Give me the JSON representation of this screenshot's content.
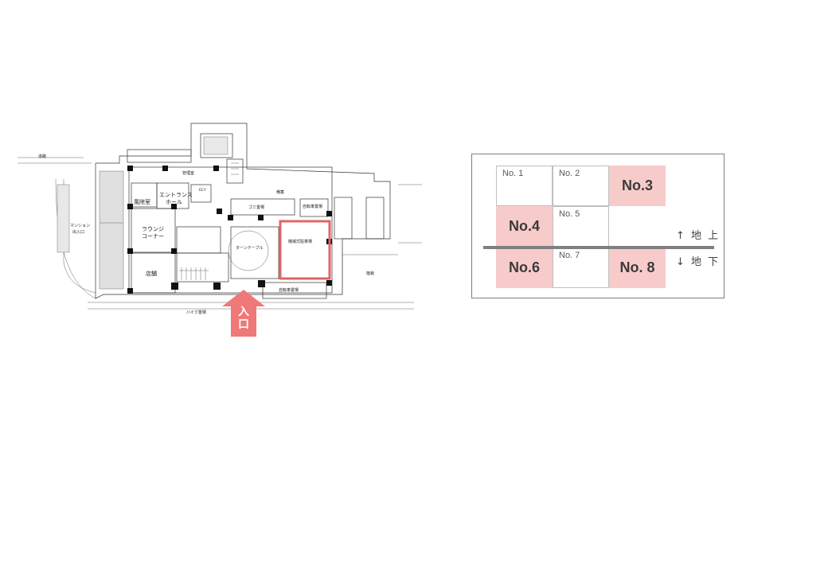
{
  "plan": {
    "entrance_label": "入\n口",
    "highlight_color": "#e06666",
    "arrow_color": "#f07878",
    "rooms": {
      "entrance_hall": "エントランス",
      "entrance_hall_2": "ホール",
      "lounge": "ラウンジ",
      "lounge_2": "コーナー",
      "store": "店舗",
      "wind_room": "風除室",
      "manager": "管理室",
      "parking": "機械式駐車場",
      "turntable": "ターンテーブル",
      "storage": "備蓄",
      "garbage": "ゴミ置場",
      "bicycle_1": "自転車置場",
      "bicycle_2": "自転車置場",
      "planting": "植栽",
      "mansion_entry": "マンション",
      "mansion_entry_2": "出入口",
      "road": "道路",
      "elv": "ELV",
      "bike": "バイク置場"
    }
  },
  "legend": {
    "cells": [
      {
        "label": "No. 1",
        "style": "small",
        "highlight": false
      },
      {
        "label": "No. 2",
        "style": "small",
        "highlight": false
      },
      {
        "label": "No.3",
        "style": "large",
        "highlight": true
      },
      {
        "label": "No.4",
        "style": "large",
        "highlight": true
      },
      {
        "label": "No. 5",
        "style": "small",
        "highlight": false
      },
      {
        "label": "No.6",
        "style": "large",
        "highlight": true
      },
      {
        "label": "No. 7",
        "style": "small",
        "highlight": false
      },
      {
        "label": "No. 8",
        "style": "large",
        "highlight": true
      }
    ],
    "above_ground": "↑ 地 上",
    "below_ground": "↓ 地 下",
    "highlight_color": "#f8cbcb",
    "divider_color": "#7f7f7f"
  }
}
